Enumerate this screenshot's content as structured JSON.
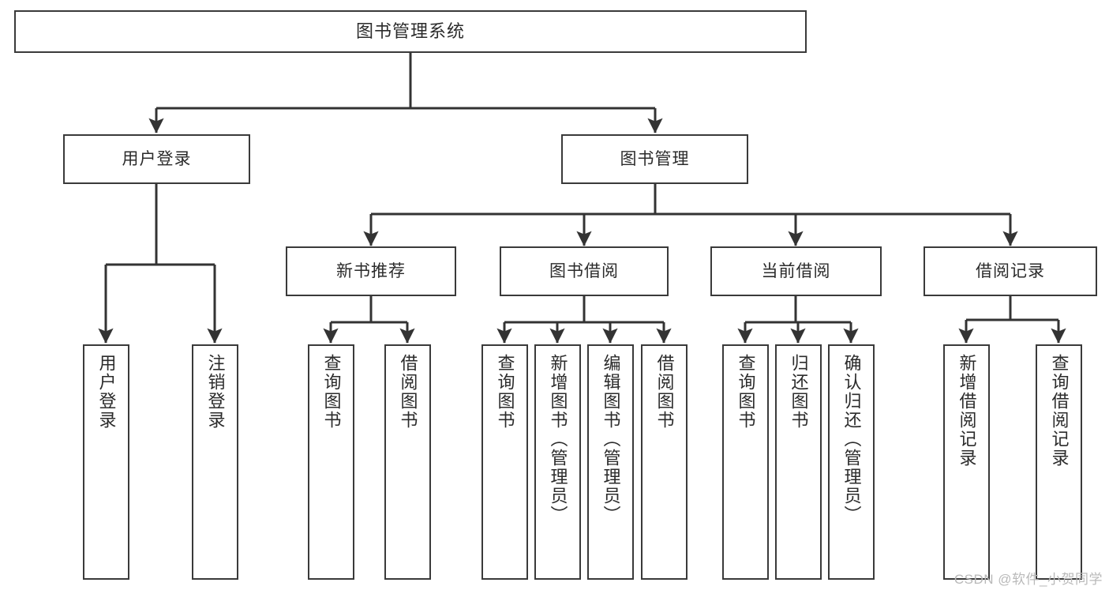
{
  "diagram": {
    "type": "tree",
    "title": "图书管理系统",
    "orientation": "top-down",
    "colors": {
      "box_border": "#3a3a3a",
      "box_fill": "#ffffff",
      "connector": "#333333",
      "text": "#2b2b2b",
      "watermark": "#b9b9b9",
      "canvas": "#ffffff"
    },
    "root": {
      "label": "图书管理系统"
    },
    "level2": [
      {
        "id": "user-login",
        "label": "用户登录"
      },
      {
        "id": "book-manage",
        "label": "图书管理"
      }
    ],
    "level3": [
      {
        "id": "new-book-recommend",
        "label": "新书推荐"
      },
      {
        "id": "book-borrow",
        "label": "图书借阅"
      },
      {
        "id": "current-borrow",
        "label": "当前借阅"
      },
      {
        "id": "borrow-record",
        "label": "借阅记录"
      }
    ],
    "leaves": {
      "user_login": [
        {
          "id": "leaf-user-login",
          "label": "用户登录"
        },
        {
          "id": "leaf-user-logout",
          "label": "注销登录"
        }
      ],
      "new_book_recommend": [
        {
          "id": "leaf-query-book-1",
          "label": "查询图书"
        },
        {
          "id": "leaf-borrow-book-1",
          "label": "借阅图书"
        }
      ],
      "book_borrow": [
        {
          "id": "leaf-query-book-2",
          "label": "查询图书"
        },
        {
          "id": "leaf-add-book",
          "label": "新增图书（管理员）"
        },
        {
          "id": "leaf-edit-book",
          "label": "编辑图书（管理员）"
        },
        {
          "id": "leaf-borrow-book-2",
          "label": "借阅图书"
        }
      ],
      "current_borrow": [
        {
          "id": "leaf-query-book-3",
          "label": "查询图书"
        },
        {
          "id": "leaf-return-book",
          "label": "归还图书"
        },
        {
          "id": "leaf-confirm-return",
          "label": "确认归还（管理员）"
        }
      ],
      "borrow_record": [
        {
          "id": "leaf-add-record",
          "label": "新增借阅记录"
        },
        {
          "id": "leaf-query-record",
          "label": "查询借阅记录"
        }
      ]
    },
    "watermark": "CSDN @软件_小贺同学"
  }
}
